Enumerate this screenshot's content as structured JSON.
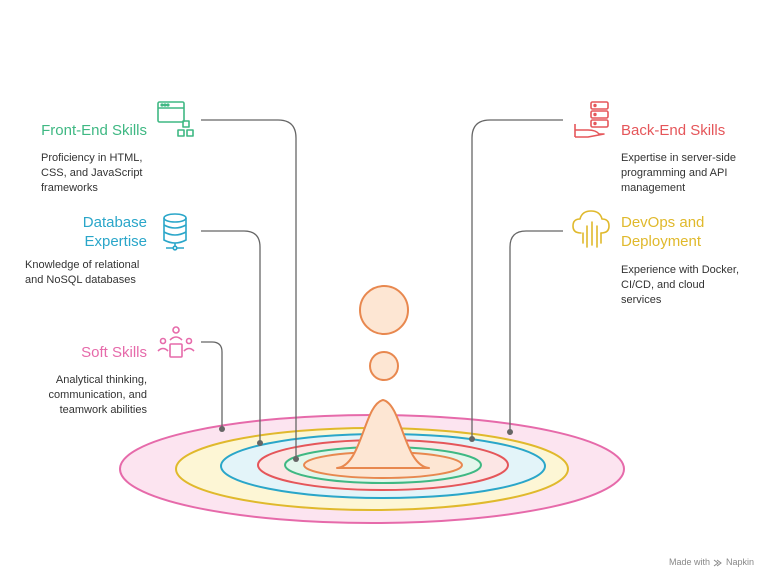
{
  "colors": {
    "frontend": "#3fb883",
    "database": "#2aa6c9",
    "soft": "#e66aaa",
    "backend": "#e5565a",
    "devops": "#e0b92c",
    "drop_fill": "#fde6d3",
    "drop_stroke": "#e8884f",
    "connector": "#666666"
  },
  "skills": {
    "frontend": {
      "title": "Front-End Skills",
      "description": [
        "Proficiency in HTML,",
        "CSS, and JavaScript",
        "frameworks"
      ],
      "icon": "browser-window-icon"
    },
    "database": {
      "title": [
        "Database",
        "Expertise"
      ],
      "description": [
        "Knowledge of relational",
        "and NoSQL databases"
      ],
      "icon": "database-icon"
    },
    "soft": {
      "title": "Soft Skills",
      "description": [
        "Analytical thinking,",
        "communication, and",
        "teamwork abilities"
      ],
      "icon": "team-icon"
    },
    "backend": {
      "title": "Back-End Skills",
      "description": [
        "Expertise in server-side",
        "programming and API",
        "management"
      ],
      "icon": "server-hand-icon"
    },
    "devops": {
      "title": [
        "DevOps and",
        "Deployment"
      ],
      "description": [
        "Experience with Docker,",
        "CI/CD, and cloud",
        "services"
      ],
      "icon": "cloud-deploy-icon"
    }
  },
  "footer": {
    "made_with": "Made with",
    "brand": "Napkin"
  }
}
